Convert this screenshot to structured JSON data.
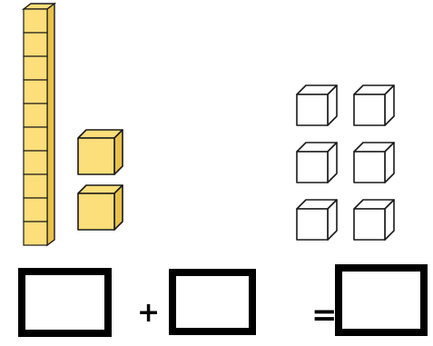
{
  "colors": {
    "ten_rod_fill": "#FCDE7A",
    "ten_rod_side": "#E8C14A",
    "unit_fill": "#FCDE7A",
    "unit_side": "#E8C14A",
    "empty_cube_fill": "#FFFFFF",
    "outline": "#1a1a1a"
  },
  "manipulatives": {
    "ten_rods": 1,
    "rod_units": 10,
    "yellow_unit_cubes": 2,
    "empty_cubes": 6
  },
  "equation": {
    "boxes": 3,
    "plus_symbol": "+",
    "equals_symbol": "="
  }
}
